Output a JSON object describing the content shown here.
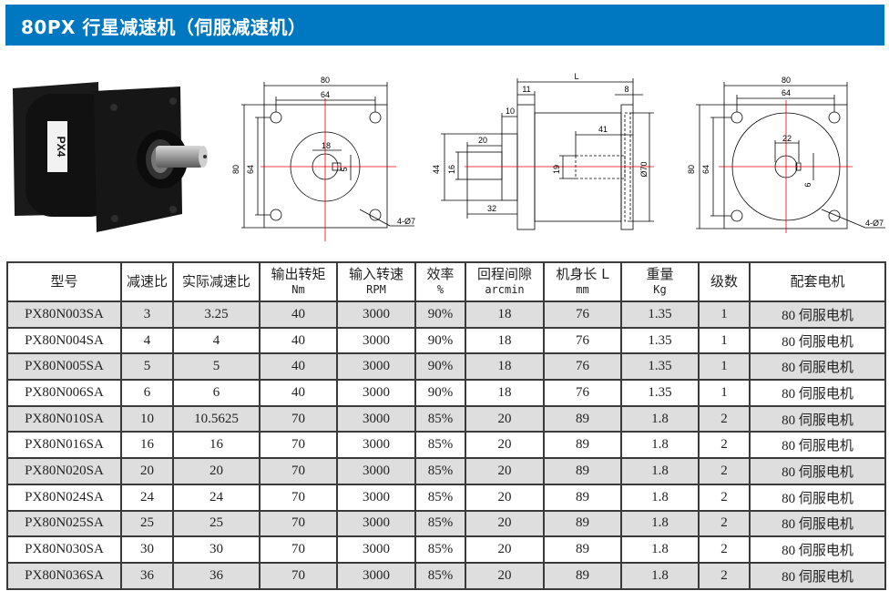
{
  "header": {
    "title": "80PX 行星减速机（伺服减速机）",
    "background_color": "#0078c1"
  },
  "product_photo": {
    "label": "PX4"
  },
  "drawings": {
    "front_view": {
      "width": "80",
      "hole_spacing_h": "64",
      "height": "80",
      "hole_spacing_v": "64",
      "bore": "18",
      "key": "5",
      "holes": "4-Ø7"
    },
    "side_view": {
      "length": "L",
      "flange_thk": "11",
      "rear_thk": "8",
      "boss_len": "10",
      "boss_dia": "44",
      "key_len": "20",
      "shaft_dia": "16",
      "shaft_len": "32",
      "bore_depth": "41",
      "bore_dia": "19",
      "body_dia": "Ø70"
    },
    "rear_view": {
      "width": "80",
      "hole_spacing_h": "64",
      "height": "80",
      "hole_spacing_v": "64",
      "bore": "22",
      "key": "6",
      "holes": "4-Ø7"
    }
  },
  "table": {
    "headers": [
      {
        "label": "型号",
        "unit": ""
      },
      {
        "label": "减速比",
        "unit": ""
      },
      {
        "label": "实际减速比",
        "unit": ""
      },
      {
        "label": "输出转矩",
        "unit": "Nm"
      },
      {
        "label": "输入转速",
        "unit": "RPM"
      },
      {
        "label": "效率",
        "unit": "%"
      },
      {
        "label": "回程间隙",
        "unit": "arcmin"
      },
      {
        "label": "机身长 L",
        "unit": "mm"
      },
      {
        "label": "重量",
        "unit": "Kg"
      },
      {
        "label": "级数",
        "unit": ""
      },
      {
        "label": "配套电机",
        "unit": ""
      }
    ],
    "rows": [
      [
        "PX80N003SA",
        "3",
        "3.25",
        "40",
        "3000",
        "90%",
        "18",
        "76",
        "1.35",
        "1",
        "80 伺服电机"
      ],
      [
        "PX80N004SA",
        "4",
        "4",
        "40",
        "3000",
        "90%",
        "18",
        "76",
        "1.35",
        "1",
        "80 伺服电机"
      ],
      [
        "PX80N005SA",
        "5",
        "5",
        "40",
        "3000",
        "90%",
        "18",
        "76",
        "1.35",
        "1",
        "80 伺服电机"
      ],
      [
        "PX80N006SA",
        "6",
        "6",
        "40",
        "3000",
        "90%",
        "18",
        "76",
        "1.35",
        "1",
        "80 伺服电机"
      ],
      [
        "PX80N010SA",
        "10",
        "10.5625",
        "70",
        "3000",
        "85%",
        "20",
        "89",
        "1.8",
        "2",
        "80 伺服电机"
      ],
      [
        "PX80N016SA",
        "16",
        "16",
        "70",
        "3000",
        "85%",
        "20",
        "89",
        "1.8",
        "2",
        "80 伺服电机"
      ],
      [
        "PX80N020SA",
        "20",
        "20",
        "70",
        "3000",
        "85%",
        "20",
        "89",
        "1.8",
        "2",
        "80 伺服电机"
      ],
      [
        "PX80N024SA",
        "24",
        "24",
        "70",
        "3000",
        "85%",
        "20",
        "89",
        "1.8",
        "2",
        "80 伺服电机"
      ],
      [
        "PX80N025SA",
        "25",
        "25",
        "70",
        "3000",
        "85%",
        "20",
        "89",
        "1.8",
        "2",
        "80 伺服电机"
      ],
      [
        "PX80N030SA",
        "30",
        "30",
        "70",
        "3000",
        "85%",
        "20",
        "89",
        "1.8",
        "2",
        "80 伺服电机"
      ],
      [
        "PX80N036SA",
        "36",
        "36",
        "70",
        "3000",
        "85%",
        "20",
        "89",
        "1.8",
        "2",
        "80 伺服电机"
      ]
    ]
  }
}
